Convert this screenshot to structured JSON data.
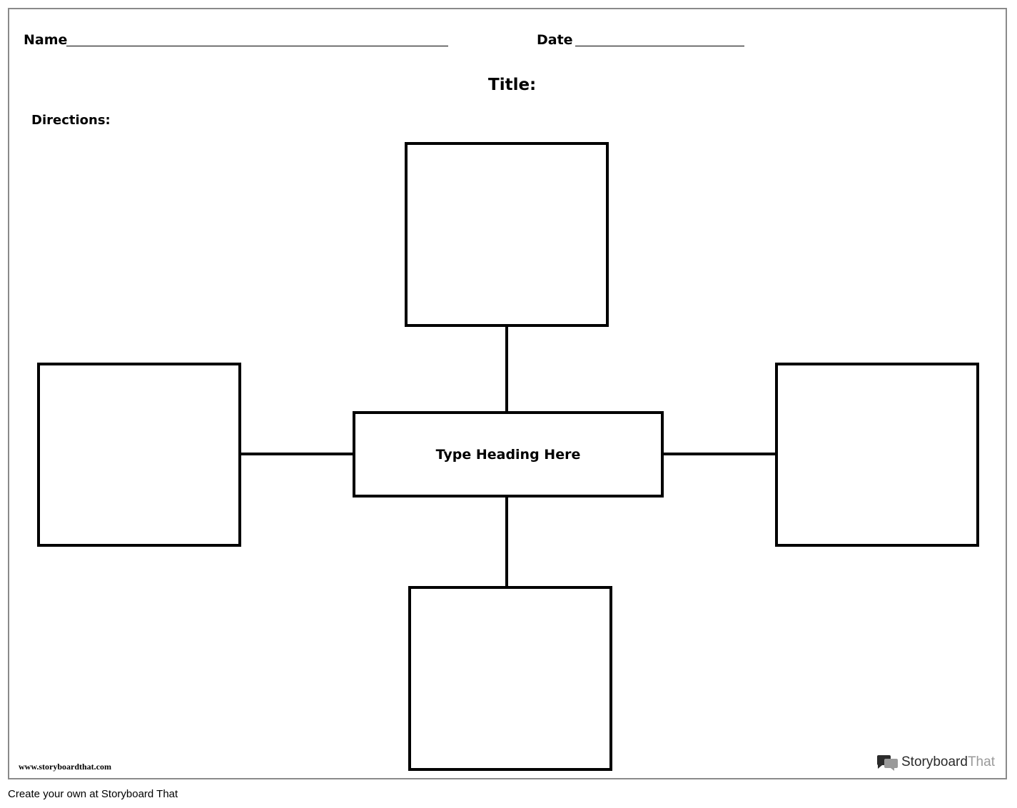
{
  "worksheet": {
    "name_label": "Name",
    "date_label": "Date",
    "title_label": "Title:",
    "directions_label": "Directions:"
  },
  "diagram": {
    "center_heading": "Type Heading Here"
  },
  "branding": {
    "website": "www.storyboardthat.com",
    "logo_word1": "Storyboard",
    "logo_word2": "That",
    "logo_icon": "speech-bubbles-icon",
    "colors": {
      "logo_dark": "#2b2b2b",
      "logo_light": "#9a9a9a"
    }
  },
  "footer": {
    "text": "Create your own at Storyboard That"
  }
}
